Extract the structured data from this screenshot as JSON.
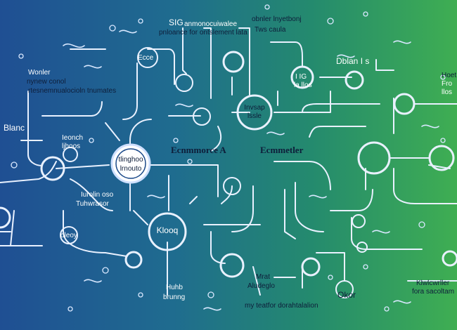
{
  "colors": {
    "line": "#e9f1ff",
    "node_fill": "#ffffff",
    "node_dark": "#1b4a8a"
  },
  "labels": {
    "top_sig": "SIG",
    "top_sub": "anmonocuiwalee",
    "top_line": "pnloance for ontslement lata",
    "top_right1": "obnler lnyetbonj",
    "top_right2": "Tws caula",
    "left1": "Wonler",
    "left2": "nynew conol",
    "left3": "rtesnemnualocioln tnumates",
    "left_blanc": "Blanc",
    "hub_left1": "tlinghoo",
    "hub_left2": "lrnouto",
    "icon_left1": "Ieonch",
    "icon_left2": "ljhoos",
    "mid_left1": "Iurolin oso",
    "mid_left2": "Tuhwrasor",
    "small_left": "oleoy",
    "kloop": "Klooq",
    "bottom_left1": "Huhb",
    "bottom_left2": "brunng",
    "center1": "Ecnmmorce A",
    "center2": "Ecmmetler",
    "node_top": "Ecce",
    "node_bigc1": "Invsap",
    "node_bigc2": "lssle",
    "dbl": "Dblan I s",
    "dbl_node": "I IG",
    "dbl_node2": "la llos",
    "right1": "Hoet",
    "right2": "Fro",
    "right3": "llos",
    "bottom_mid1": "Mrat",
    "bottom_mid2": "Aludeglo",
    "bottom_mid3": "my teatfor dorahtalalion",
    "okor": "Okor",
    "bottom_right1": "Klwlcwrller",
    "bottom_right2": "fora sacoltam"
  }
}
